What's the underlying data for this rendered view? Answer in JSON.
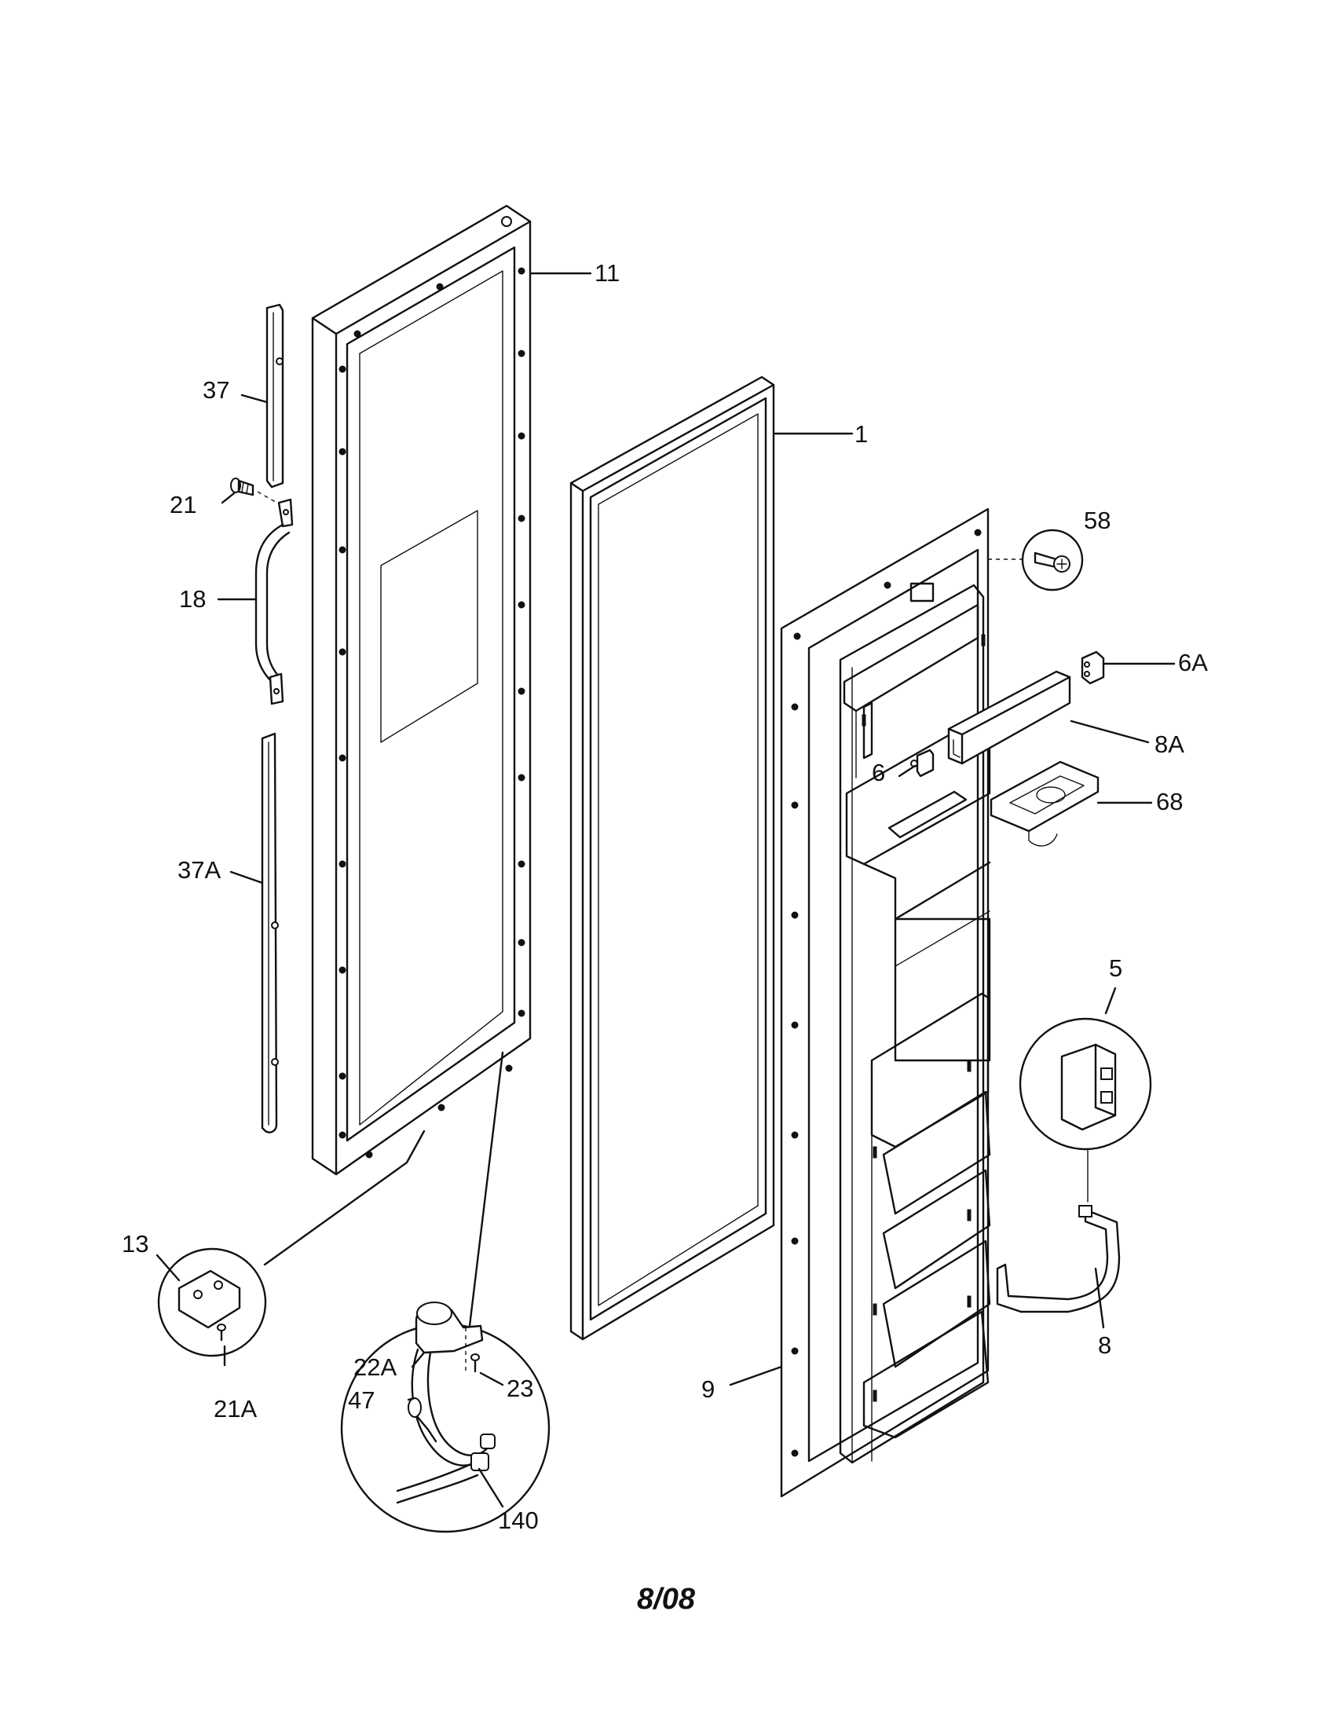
{
  "diagram": {
    "labels": {
      "p11": "11",
      "p1": "1",
      "p37": "37",
      "p21": "21",
      "p58": "58",
      "p6A": "6A",
      "p18": "18",
      "p8A": "8A",
      "p6": "6",
      "p68": "68",
      "p37A": "37A",
      "p5": "5",
      "p13": "13",
      "p22A": "22A",
      "p23": "23",
      "p47": "47",
      "p9": "9",
      "p8": "8",
      "p21A": "21A",
      "p140": "140"
    }
  },
  "footer": {
    "date_code": "8/08"
  }
}
